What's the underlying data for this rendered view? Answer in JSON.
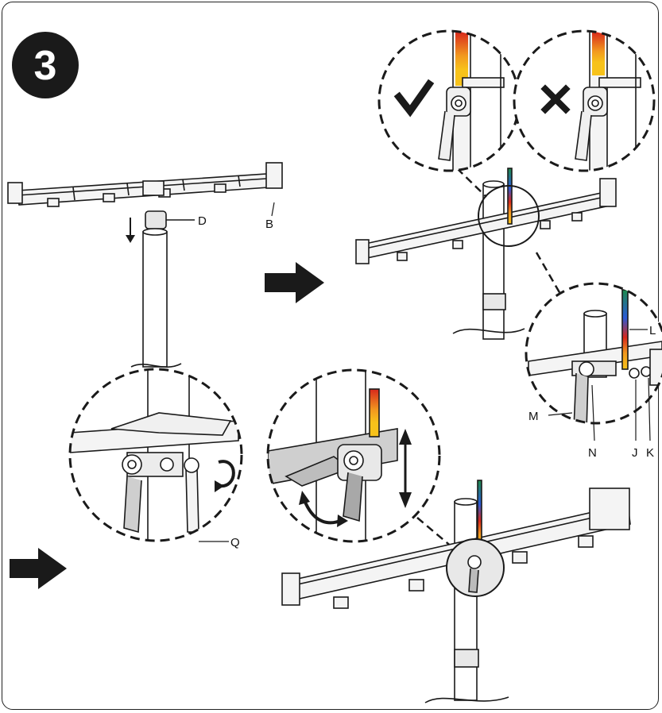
{
  "step": {
    "number": "3"
  },
  "labels": {
    "D": "D",
    "B": "B",
    "L": "L",
    "M": "M",
    "N": "N",
    "J": "J",
    "K": "K",
    "Q": "Q"
  },
  "icons": {
    "correct": "check-mark-icon",
    "incorrect": "cross-mark-icon",
    "next": "arrow-right-icon",
    "down": "arrow-down-icon",
    "rotate": "rotate-arrow-icon",
    "vertical": "up-down-arrow-icon",
    "swing": "swing-arrow-icon"
  },
  "colors": {
    "line": "#1a1a1a",
    "bar_fill": "#f4f4f4",
    "pole_fill": "#ffffff",
    "indicator_red": "#d8281c",
    "indicator_orange": "#f29a1f",
    "indicator_yellow": "#f7c21a",
    "indicator_blue": "#2a5bd7",
    "indicator_green": "#1e8a4a",
    "badge": "#1a1a1a"
  }
}
